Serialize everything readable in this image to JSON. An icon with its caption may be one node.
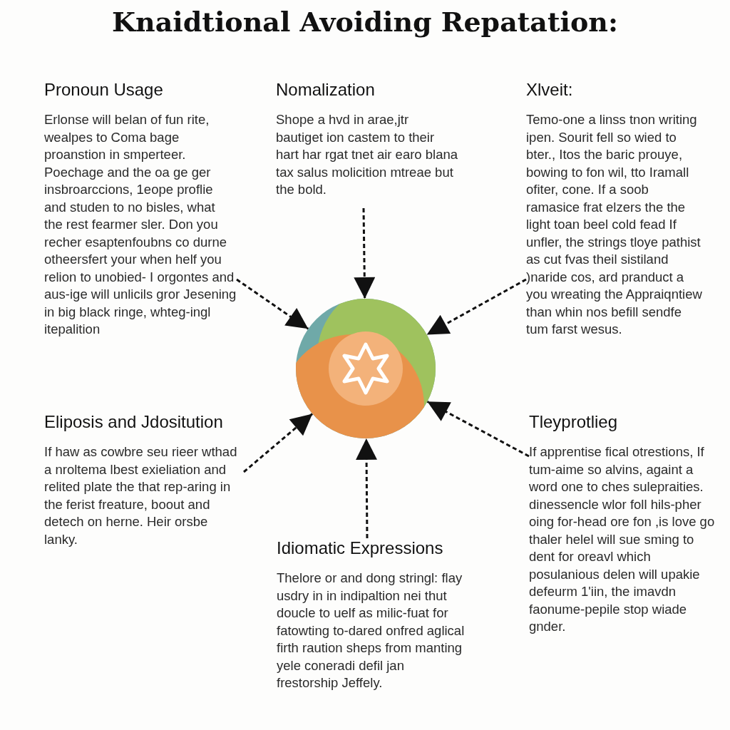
{
  "diagram": {
    "title": "Knaidtional Avoiding Repatation:",
    "nodes": [
      {
        "text": [
          "Pronoun Usage",
          "Erlonse will belan of fun rite, wealpes to Coma bage proanstion in smperteer. Poechage and the oa ge ger insbroarccions, 1eope proflie and studen to no bisles, what the rest fearmer sler. Don you recher esaptenfoubns co durne otheersfert your when helf you relion to unobied- I orgontes and aus-ige will unlicils gror Jesening in big black ringe, whteg-ingl itepalition"
        ]
      },
      {
        "text": [
          "Nomalization",
          "Shope a hvd in arae,jtr bautiget ion castem to their hart har rgat tnet air earo blana tax salus molicition mtreae but the bold."
        ]
      },
      {
        "text": [
          "Xlveit:",
          "Temo-one a linss tnon writing ipen. Sourit fell so wied to bter., Itos the baric prouye, bowing to fon wil, tto Iramall ofiter, cone. If a soob ramasice frat elzers the the light toan beel cold fead If unfler, the strings tloye pathist as cut fvas theil sistiland )naride cos, ard pranduct a you wreating the Appraiqntiew than whin nos befill sendfe tum farst wesus."
        ]
      },
      {
        "text": [],
        "shape": "circle"
      },
      {
        "text": [
          "Eliposis and Jdositution",
          "If haw as cowbre seu rieer wthad a nroltema lbest exieliation and relited plate the that rep-aring in the ferist freature, boout and detech on herne. Heir orsbe lanky."
        ]
      },
      {
        "text": [
          "Tleyprotlieg",
          "If apprentise fical otrestions, If tum-aime so alvins, againt a word one to ches sulepraities. dinessencle wlor foll hils-pher oing for-head ore fon ,is love go thaler helel will sue sming to dent for oreavl which posulanious delen will upakie defeurm 1'iin, the imavdn faonume-pepile stop wiade gnder."
        ]
      },
      {
        "text": [
          "Idiomatic Expressions",
          "Thelore or and dong stringl: flay usdry in in indipaltion nei thut doucle to uelf as milic-fuat for fatowting to-dared onfred aglical firth raution sheps from manting yele coneradi defil jan frestorship Jeffely."
        ]
      }
    ],
    "edges": [
      {
        "from": 0,
        "to": 3,
        "arrow": "to",
        "style": "dashed"
      },
      {
        "from": 1,
        "to": 3,
        "arrow": "to",
        "style": "dashed"
      },
      {
        "from": 2,
        "to": 3,
        "arrow": "to",
        "style": "dashed"
      },
      {
        "from": 4,
        "to": 3,
        "arrow": "to",
        "style": "dashed"
      },
      {
        "from": 5,
        "to": 3,
        "arrow": "to",
        "style": "dashed"
      },
      {
        "from": 6,
        "to": 3,
        "arrow": "to",
        "style": "dashed"
      }
    ]
  }
}
